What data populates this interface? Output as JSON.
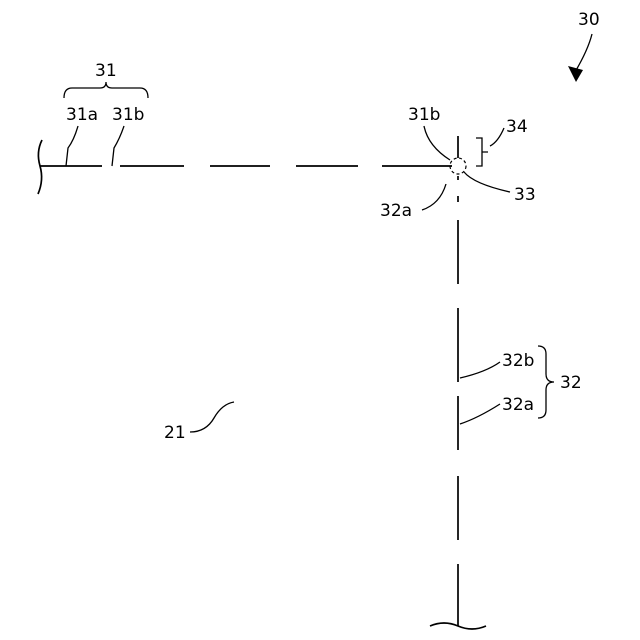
{
  "figure": {
    "labels": {
      "fig_ref": "30",
      "group_31": "31",
      "ref_31a": "31a",
      "ref_31b_left": "31b",
      "ref_31b_right": "31b",
      "ref_34": "34",
      "ref_33": "33",
      "ref_32a_top": "32a",
      "ref_32b": "32b",
      "ref_32": "32",
      "ref_32a_lower": "32a",
      "ref_21": "21"
    }
  }
}
